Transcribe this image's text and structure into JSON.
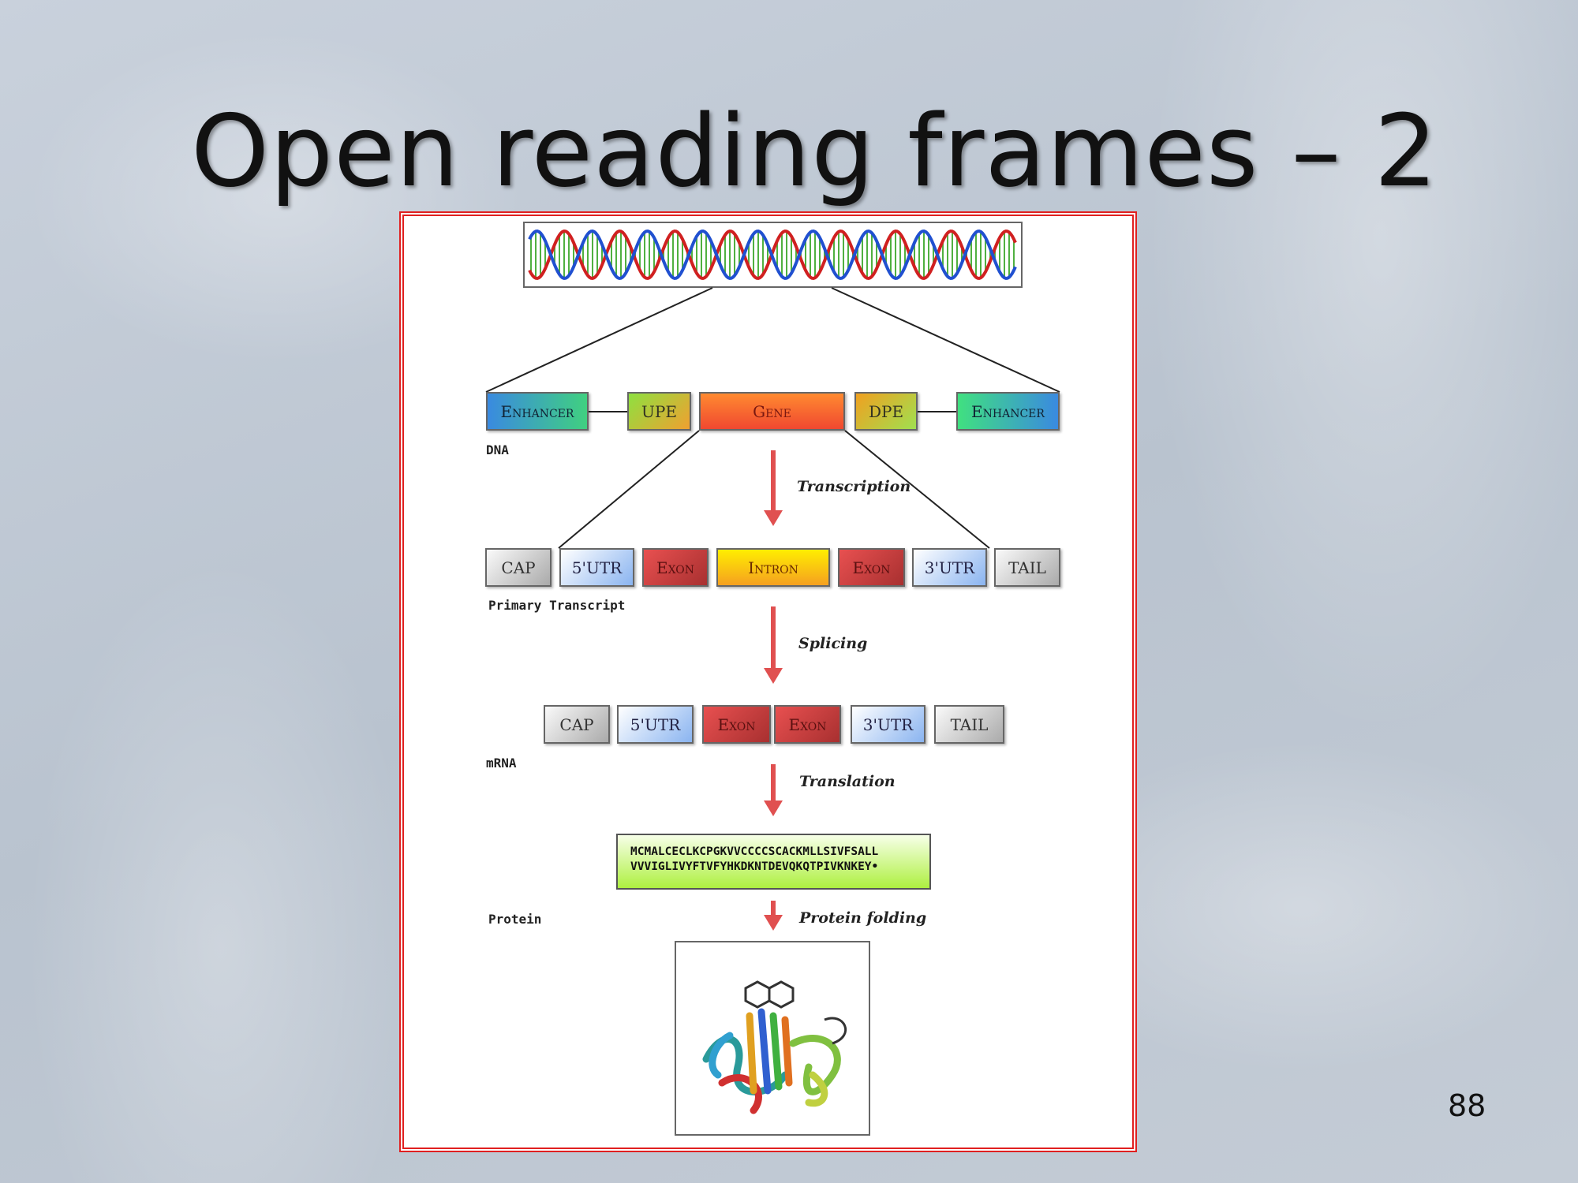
{
  "slide": {
    "title": "Open reading frames – 2",
    "page_number": "88"
  },
  "diagram": {
    "dna_row": [
      "Enhancer",
      "UPE",
      "Gene",
      "DPE",
      "Enhancer"
    ],
    "dna_label": "DNA",
    "transcription": "Transcription",
    "primary_row": [
      "CAP",
      "5'UTR",
      "Exon",
      "Intron",
      "Exon",
      "3'UTR",
      "TAIL"
    ],
    "primary_label": "Primary Transcript",
    "splicing": "Splicing",
    "mrna_row": [
      "CAP",
      "5'UTR",
      "Exon",
      "Exon",
      "3'UTR",
      "TAIL"
    ],
    "mrna_label": "mRNA",
    "translation": "Translation",
    "sequence": [
      "MCMALCECLKCPGKVVCCCCSCACKMLLSIVFSALL",
      "VVVIGLIVYFTVFYHKDKNTDEVQKQTPIVKNKEY•"
    ],
    "protein_label": "Protein",
    "folding": "Protein folding"
  }
}
